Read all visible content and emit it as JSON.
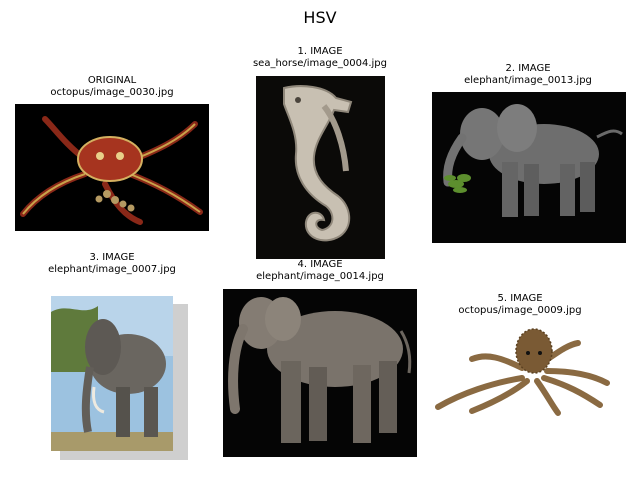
{
  "figure": {
    "title": "HSV"
  },
  "panels": [
    {
      "label": "ORIGINAL",
      "path": "octopus/image_0030.jpg",
      "subject": "octopus-enamel-pendant"
    },
    {
      "label": "1. IMAGE",
      "path": "sea_horse/image_0004.jpg",
      "subject": "sea-horse-shell-carving"
    },
    {
      "label": "2. IMAGE",
      "path": "elephant/image_0013.jpg",
      "subject": "elephant-3d-render"
    },
    {
      "label": "3. IMAGE",
      "path": "elephant/image_0007.jpg",
      "subject": "elephant-photo"
    },
    {
      "label": "4. IMAGE",
      "path": "elephant/image_0014.jpg",
      "subject": "elephant-3d-render"
    },
    {
      "label": "5. IMAGE",
      "path": "octopus/image_0009.jpg",
      "subject": "octopus-plush-toy"
    }
  ]
}
